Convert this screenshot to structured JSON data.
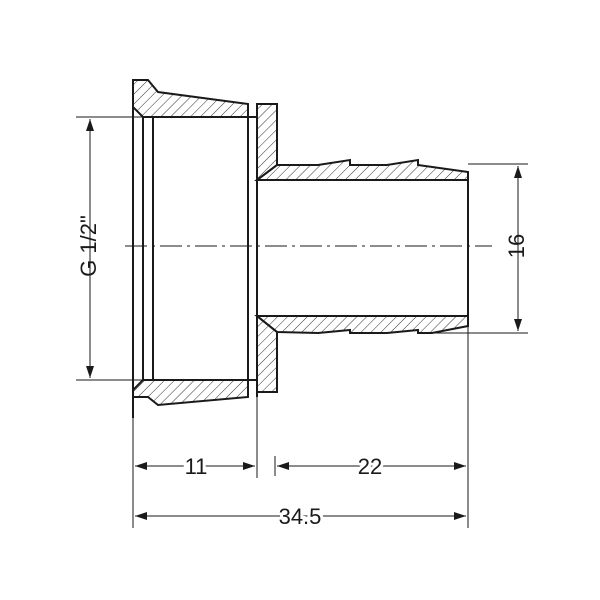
{
  "drawing": {
    "thread_label": "G 1/2\"",
    "tail_diameter_label": "16",
    "nut_length_label": "11",
    "tail_length_label": "22",
    "overall_length_label": "34.5"
  }
}
